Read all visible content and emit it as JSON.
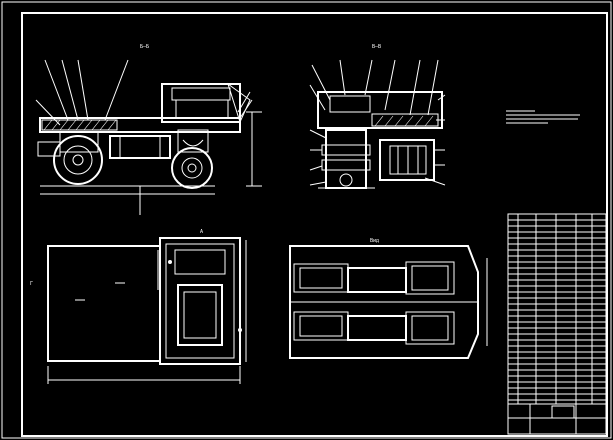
{
  "drawing": {
    "view_labels": {
      "side_section": "Б–Б",
      "front_section": "В–В",
      "bottom_view": "Вид"
    },
    "plan_labels": {
      "left_mark": "Г",
      "center_mark": "А"
    }
  },
  "title_block": {
    "present": true
  }
}
